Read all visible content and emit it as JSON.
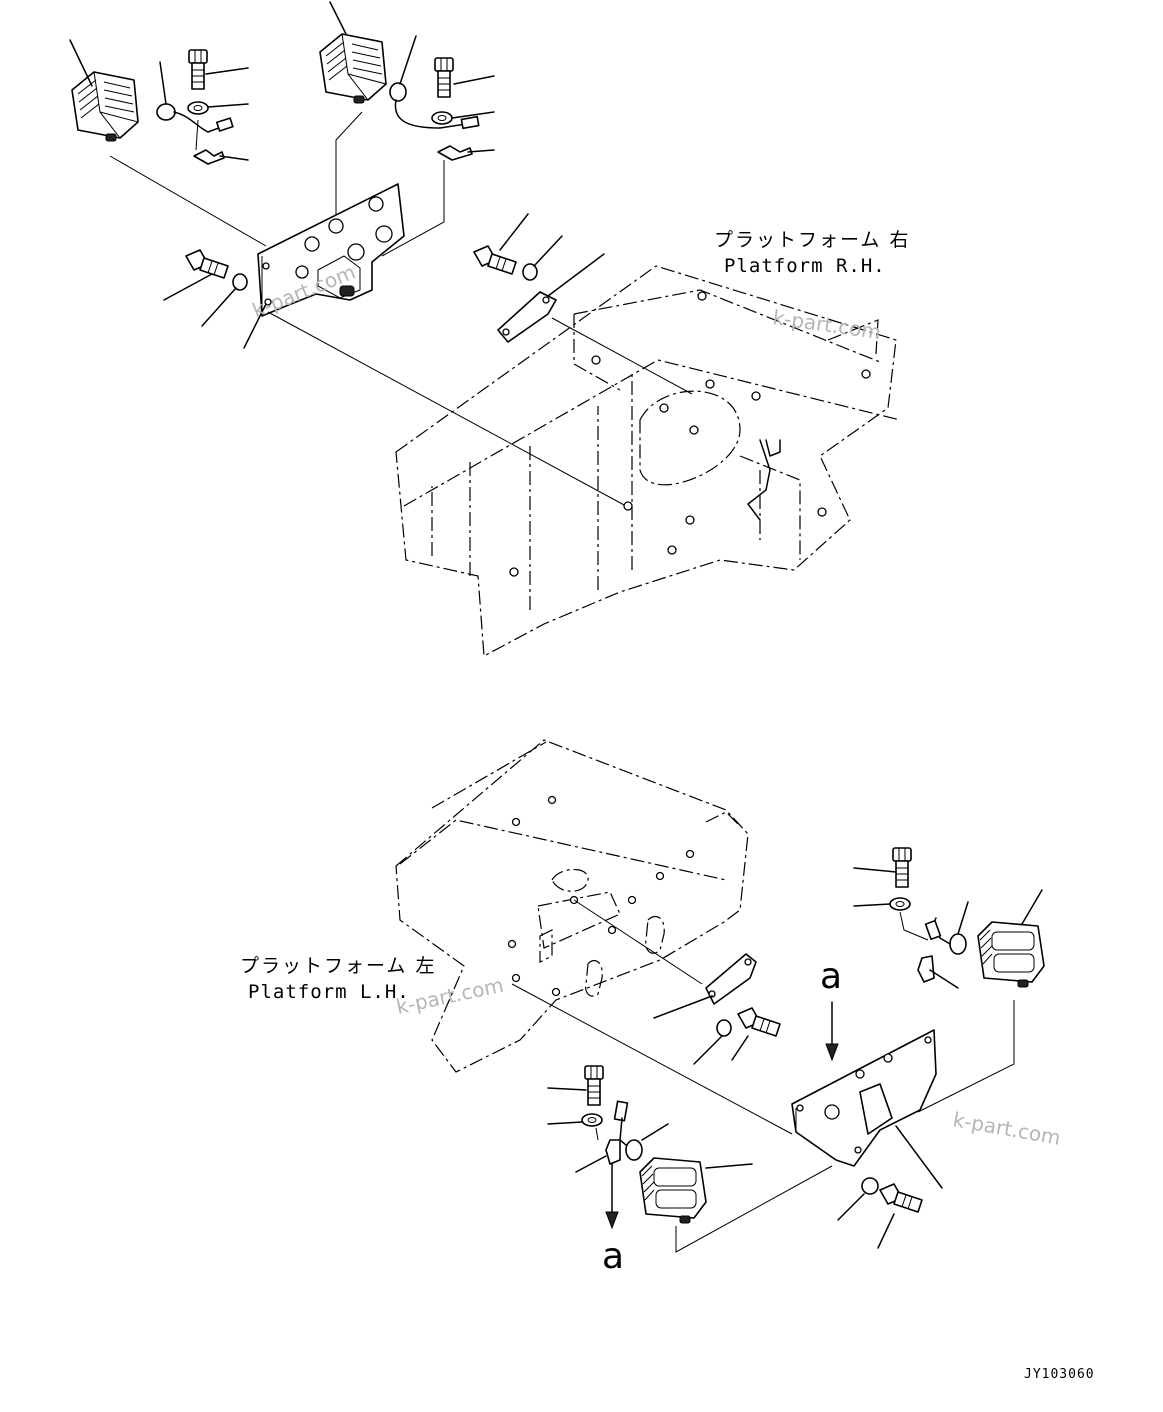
{
  "platform_rh": {
    "jp": "プラットフォーム 右",
    "en": "Platform R.H."
  },
  "platform_lh": {
    "jp": "プラットフォーム 左",
    "en": "Platform L.H."
  },
  "view_marker": "a",
  "drawing_code": "JY103060",
  "watermark": "k-part.com",
  "icons": [
    "work-lamp-icon",
    "bolt-icon",
    "washer-icon",
    "clamp-icon",
    "grommet-icon",
    "bracket-icon",
    "cover-plate-icon",
    "arrow-down-icon"
  ]
}
